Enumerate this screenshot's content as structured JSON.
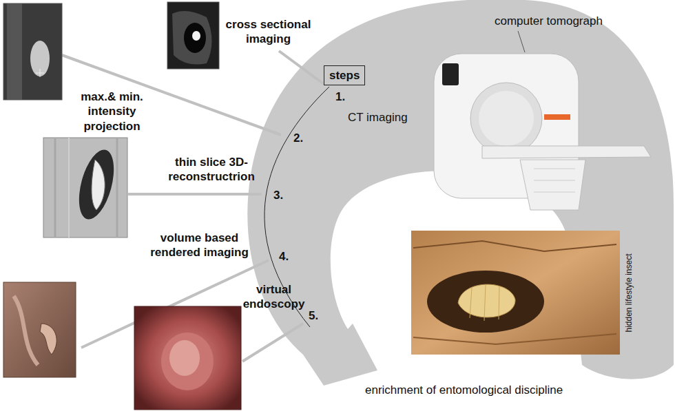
{
  "diagram": {
    "nodes": [
      {
        "text": [
          "steps"
        ]
      }
    ],
    "labels": [
      "cross sectional imaging",
      "max.& min. intensity projection",
      "thin slice 3D-reconstructrion",
      "volume based rendered imaging",
      "virtual endoscopy",
      "1.",
      "2.",
      "3.",
      "4.",
      "5.",
      "CT imaging",
      "computer tomograph",
      "hidden lifestyle insect",
      "enrichment of entomological discipline"
    ]
  }
}
